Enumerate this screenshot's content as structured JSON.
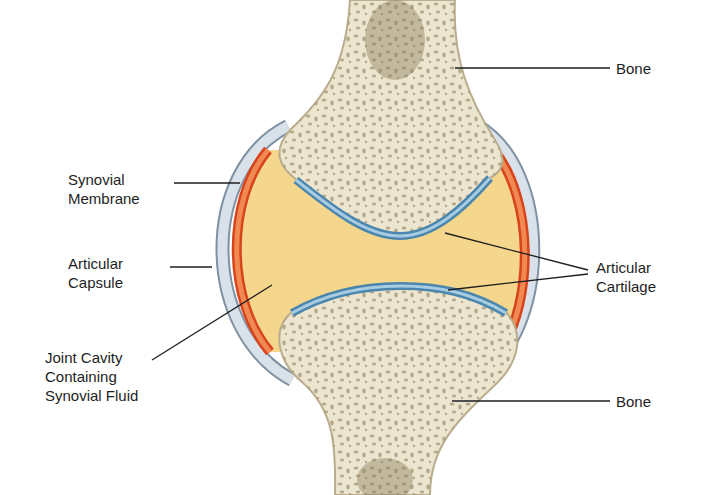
{
  "diagram": {
    "labels": [
      "Bone",
      "Synovial Membrane",
      "Articular Capsule",
      "Articular Cartilage",
      "Joint Cavity Containing Synovial Fluid",
      "Bone"
    ]
  }
}
